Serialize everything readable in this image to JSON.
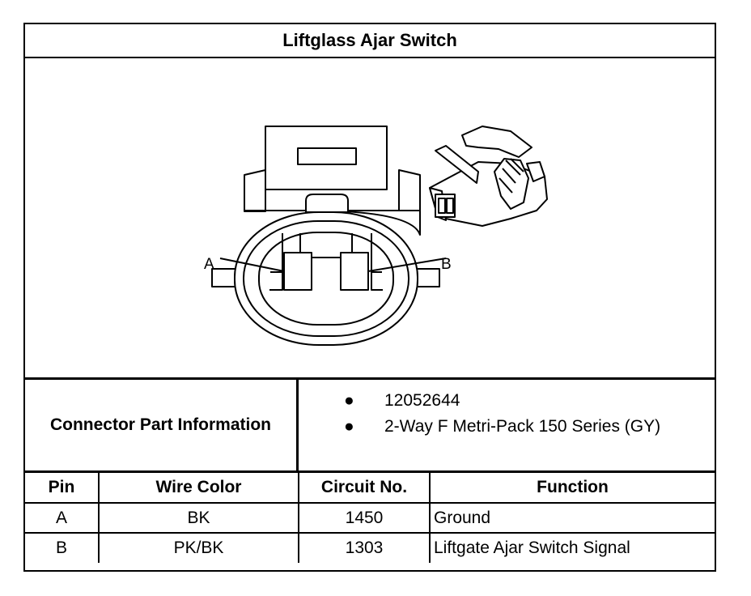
{
  "title": "Liftglass Ajar Switch",
  "diagram": {
    "pin_labels": [
      "A",
      "B"
    ]
  },
  "connector_info": {
    "label": "Connector Part Information",
    "items": [
      "12052644",
      "2-Way F Metri-Pack 150 Series (GY)"
    ]
  },
  "pin_table": {
    "headers": [
      "Pin",
      "Wire Color",
      "Circuit No.",
      "Function"
    ],
    "rows": [
      [
        "A",
        "BK",
        "1450",
        "Ground"
      ],
      [
        "B",
        "PK/BK",
        "1303",
        "Liftgate Ajar Switch Signal"
      ]
    ]
  }
}
